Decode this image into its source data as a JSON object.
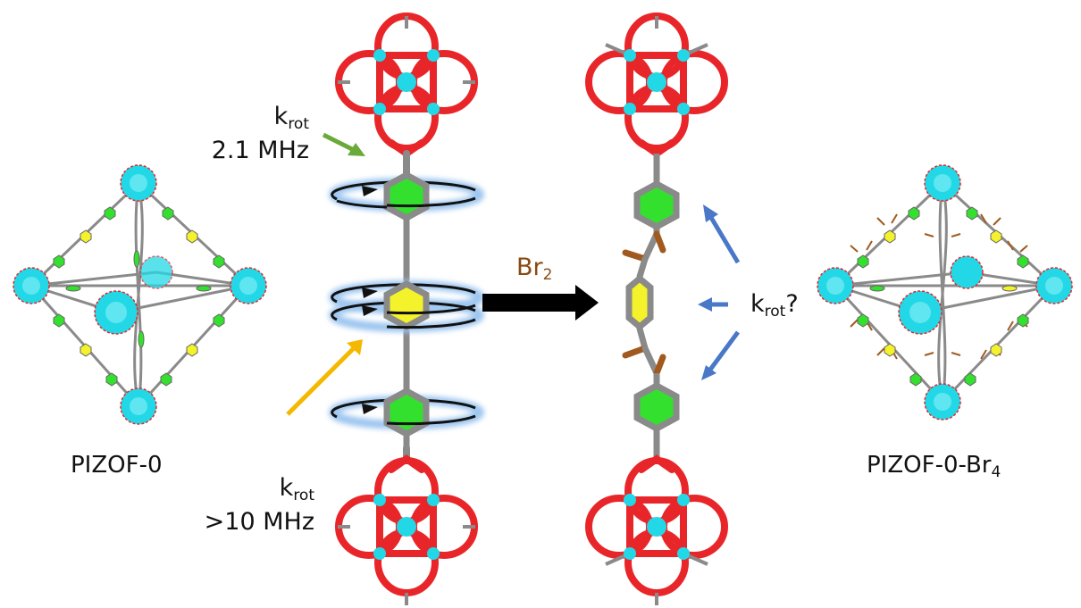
{
  "labels": {
    "k_symbol": "k",
    "rot_subscript": "rot",
    "k_top_value": "2.1 MHz",
    "k_bottom_value": ">10 MHz",
    "k_question": "?",
    "reagent_main": "Br",
    "reagent_sub": "2",
    "left_framework": "PIZOF-0",
    "right_framework_main": "PIZOF-0-Br",
    "right_framework_sub": "4"
  },
  "colors": {
    "oxygen": "#e8262a",
    "zirconium": "#22d8e6",
    "carbon": "#8a8a8a",
    "green_ring": "#33e02e",
    "yellow_ring": "#f4f22a",
    "bromine": "#a05a1f",
    "arrow_green": "#6aaa3a",
    "arrow_orange": "#f5b800",
    "arrow_blue": "#4a78c8",
    "reaction_arrow": "#000000",
    "reagent_text": "#8a4a12",
    "glow": "#9ec6f0"
  }
}
